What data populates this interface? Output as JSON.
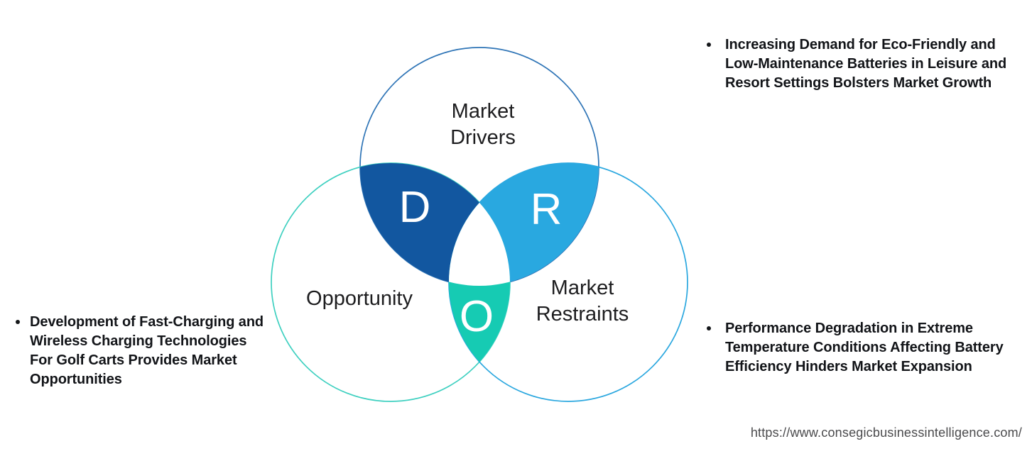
{
  "venn": {
    "labels": {
      "drivers": "Market Drivers",
      "opportunity": "Opportunity",
      "restraints": "Market Restraints"
    },
    "letters": {
      "drivers": "D",
      "restraints": "R",
      "opportunity": "O"
    },
    "colors": {
      "drivers_overlap": "#1257A0",
      "restraints_overlap": "#29A8E0",
      "opportunity_overlap": "#16CBB3",
      "center": "#FFFFFF",
      "drivers_outline": "#2E74B6",
      "opportunity_outline": "#3ED0C0",
      "restraints_outline": "#2AA7DF"
    }
  },
  "notes": {
    "drivers": "Increasing Demand for Eco-Friendly and Low-Maintenance Batteries in Leisure and Resort Settings Bolsters Market Growth",
    "opportunity": "Development of Fast-Charging and Wireless Charging Technologies For Golf Carts Provides Market Opportunities",
    "restraints": "Performance Degradation in Extreme Temperature Conditions Affecting Battery Efficiency Hinders Market Expansion"
  },
  "footer": {
    "url": "https://www.consegicbusinessintelligence.com/"
  }
}
